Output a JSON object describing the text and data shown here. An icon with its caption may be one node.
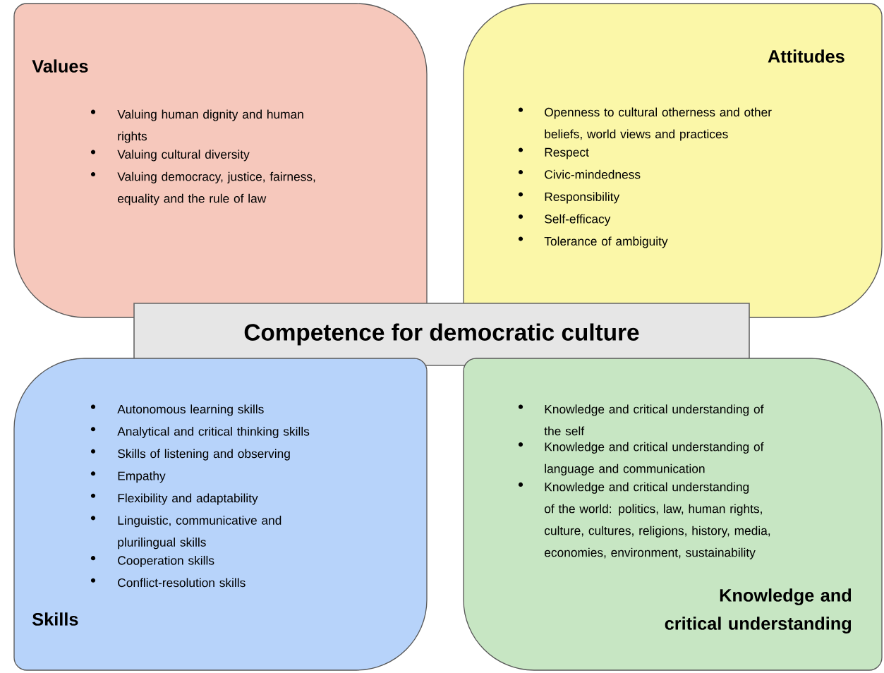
{
  "diagram": {
    "nodes": [
      {
        "text": [
          "Values",
          "Valuing human dignity and human rights",
          "Valuing cultural diversity",
          "Valuing democracy, justice, fairness, equality and the rule of law"
        ]
      },
      {
        "text": [
          "Attitudes",
          "Openness to cultural otherness and other beliefs, world views and practices",
          "Respect",
          "Civic-mindedness",
          "Responsibility",
          "Self-efficacy",
          "Tolerance of ambiguity"
        ]
      },
      {
        "text": [
          "Competence for democratic culture"
        ]
      },
      {
        "text": [
          "Autonomous learning skills",
          "Analytical and critical thinking skills",
          "Skills of listening and observing",
          "Empathy",
          "Flexibility and adaptability",
          "Linguistic, communicative and plurilingual skills",
          "Cooperation skills",
          "Conflict-resolution skills",
          "Skills"
        ]
      },
      {
        "text": [
          "Knowledge and critical understanding of the self",
          "Knowledge and critical understanding of language and communication",
          "Knowledge and critical understanding of the world: politics, law, human rights, culture, cultures, religions, history, media, economies, environment, sustainability",
          "Knowledge and critical understanding"
        ]
      }
    ]
  }
}
